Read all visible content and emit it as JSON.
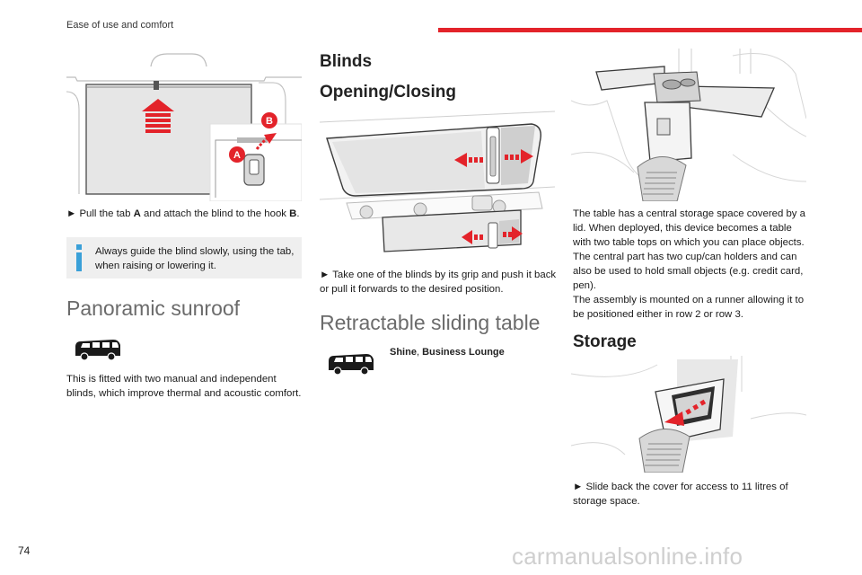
{
  "header": {
    "section_title": "Ease of use and comfort",
    "page_number": "74",
    "accent_color": "#e3232a"
  },
  "watermark": "carmanualsonline.info",
  "col1": {
    "figure_labels": {
      "a": "A",
      "b": "B"
    },
    "instruction": {
      "arrow": "►",
      "t1": "Pull the tab ",
      "a": "A",
      "t2": " and attach the blind to the hook ",
      "b": "B",
      "t3": "."
    },
    "note": "Always guide the blind slowly, using the tab, when raising or lowering it.",
    "sunroof_heading": "Panoramic sunroof",
    "sunroof_text": "This is fitted with two manual and independent blinds, which improve thermal and acoustic comfort."
  },
  "col2": {
    "blinds_heading": "Blinds",
    "opening_heading": "Opening/Closing",
    "blinds_instruction": "► Take one of the blinds by its grip and push it back or pull it forwards to the desired position.",
    "table_heading": "Retractable sliding table",
    "editions": {
      "e1": "Shine",
      "sep": ", ",
      "e2": "Business Lounge"
    }
  },
  "col3": {
    "table_text_1": "The table has a central storage space covered by a lid. When deployed, this device becomes a table with two table tops on which you can place objects. The central part has two cup/can holders and can also be used to hold small objects (e.g. credit card, pen).",
    "table_text_2": "The assembly is mounted on a runner allowing it to be positioned either in row 2 or row 3.",
    "storage_heading": "Storage",
    "storage_instruction": "► Slide back the cover for access to 11 litres of storage space."
  }
}
